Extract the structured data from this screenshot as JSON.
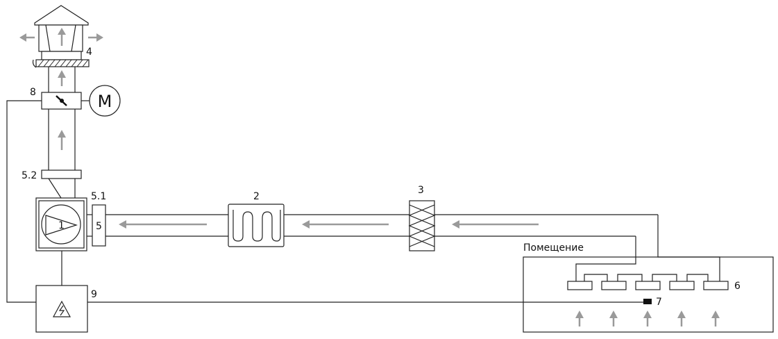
{
  "labels": {
    "fan": "1",
    "heater": "2",
    "recuperator": "3",
    "roof_cap": "4",
    "filter": "5",
    "filter_sensor_1": "5.1",
    "filter_sensor_2": "5.2",
    "diffusers": "6",
    "room_sensor": "7",
    "damper": "8",
    "control_panel": "9",
    "motor": "M",
    "room": "Помещение"
  }
}
